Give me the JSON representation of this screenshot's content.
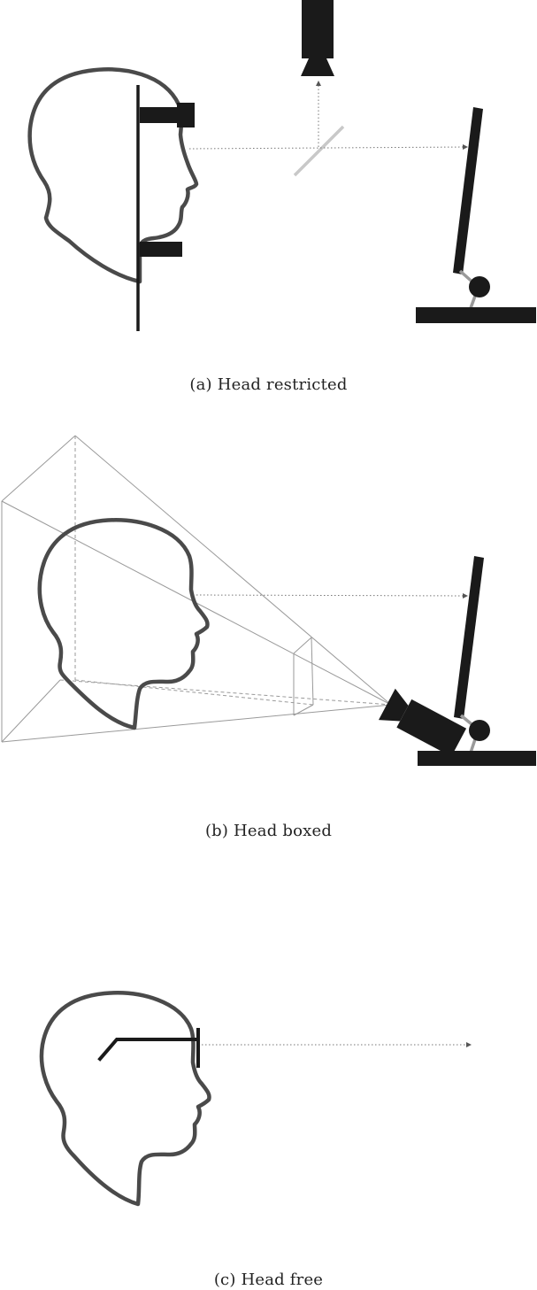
{
  "figure": {
    "panels": [
      {
        "id": "a",
        "caption": "(a) Head restricted"
      },
      {
        "id": "b",
        "caption": "(b) Head boxed"
      },
      {
        "id": "c",
        "caption": "(c) Head free"
      }
    ]
  },
  "colors": {
    "head_outline": "#4a4a4a",
    "equipment": "#1a1a1a",
    "mirror": "#c8c8c8",
    "monitor_arm": "#9a9a9a",
    "gaze_line": "#777777",
    "frustum": "#9a9a9a"
  },
  "icons": {
    "head": "head-profile-icon",
    "camera": "camera-icon",
    "mirror": "hot-mirror-icon",
    "monitor": "monitor-icon",
    "glasses": "eye-tracking-glasses-icon"
  }
}
